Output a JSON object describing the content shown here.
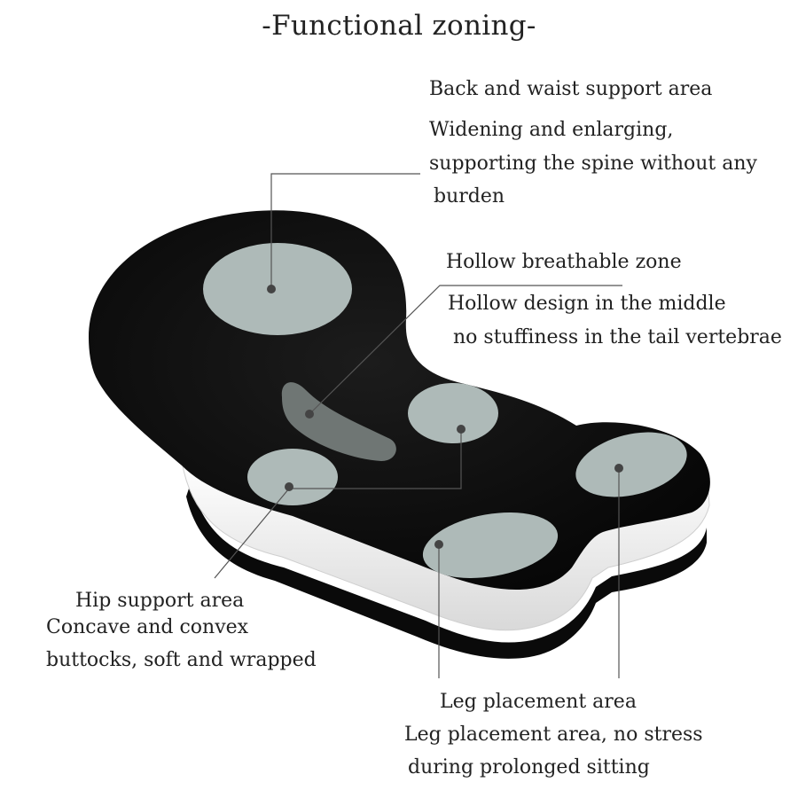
{
  "title": "-Functional zoning-",
  "zones": {
    "back_waist": {
      "heading": "Back and waist support area",
      "line1": "Widening and enlarging,",
      "line2": "supporting the spine without any",
      "line3": "burden"
    },
    "hollow": {
      "heading": "Hollow breathable zone",
      "line1": "Hollow design in the middle",
      "line2": "no stuffiness in the tail vertebrae"
    },
    "hip": {
      "heading": "Hip support area",
      "line1": "Concave and convex",
      "line2": "buttocks, soft and wrapped"
    },
    "leg": {
      "heading": "Leg placement area",
      "line1": "Leg placement area, no stress",
      "line2": "during prolonged sitting"
    }
  },
  "colors": {
    "cushion_top": "#0b0b0b",
    "cushion_side": "#f2f2f2",
    "zone_fill": "#aebab8",
    "leader_line": "#555555",
    "text": "#222222"
  }
}
